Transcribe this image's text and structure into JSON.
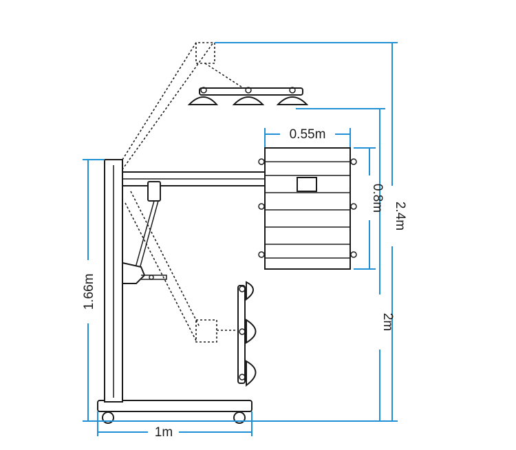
{
  "colors": {
    "dimension": "#1f8fd6",
    "structure": "#1a1a1a",
    "background": "#ffffff"
  },
  "dimensions": {
    "lamp_width": "0.55m",
    "lamp_height": "0.8m",
    "max_height": "2.4m",
    "lamp_top_height": "2m",
    "stand_height": "1.66m",
    "base_width": "1m"
  }
}
